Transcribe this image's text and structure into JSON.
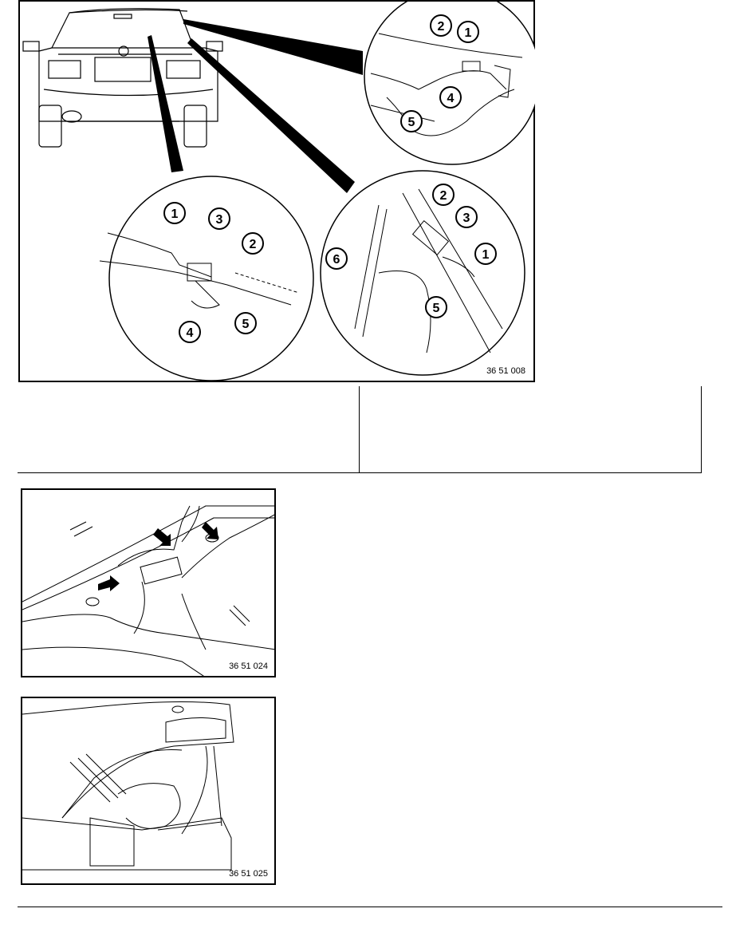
{
  "figures": [
    {
      "code": "36 51 008",
      "callouts": [
        "1",
        "2",
        "3",
        "4",
        "5",
        "6"
      ]
    },
    {
      "code": "36 51 024"
    },
    {
      "code": "36 51 025"
    }
  ],
  "callout_labels": {
    "a1": "2",
    "a2": "1",
    "a3": "4",
    "a4": "5",
    "b1": "1",
    "b2": "3",
    "b3": "2",
    "b4": "4",
    "b5": "5",
    "c1": "2",
    "c2": "3",
    "c3": "6",
    "c4": "1",
    "c5": "5"
  }
}
